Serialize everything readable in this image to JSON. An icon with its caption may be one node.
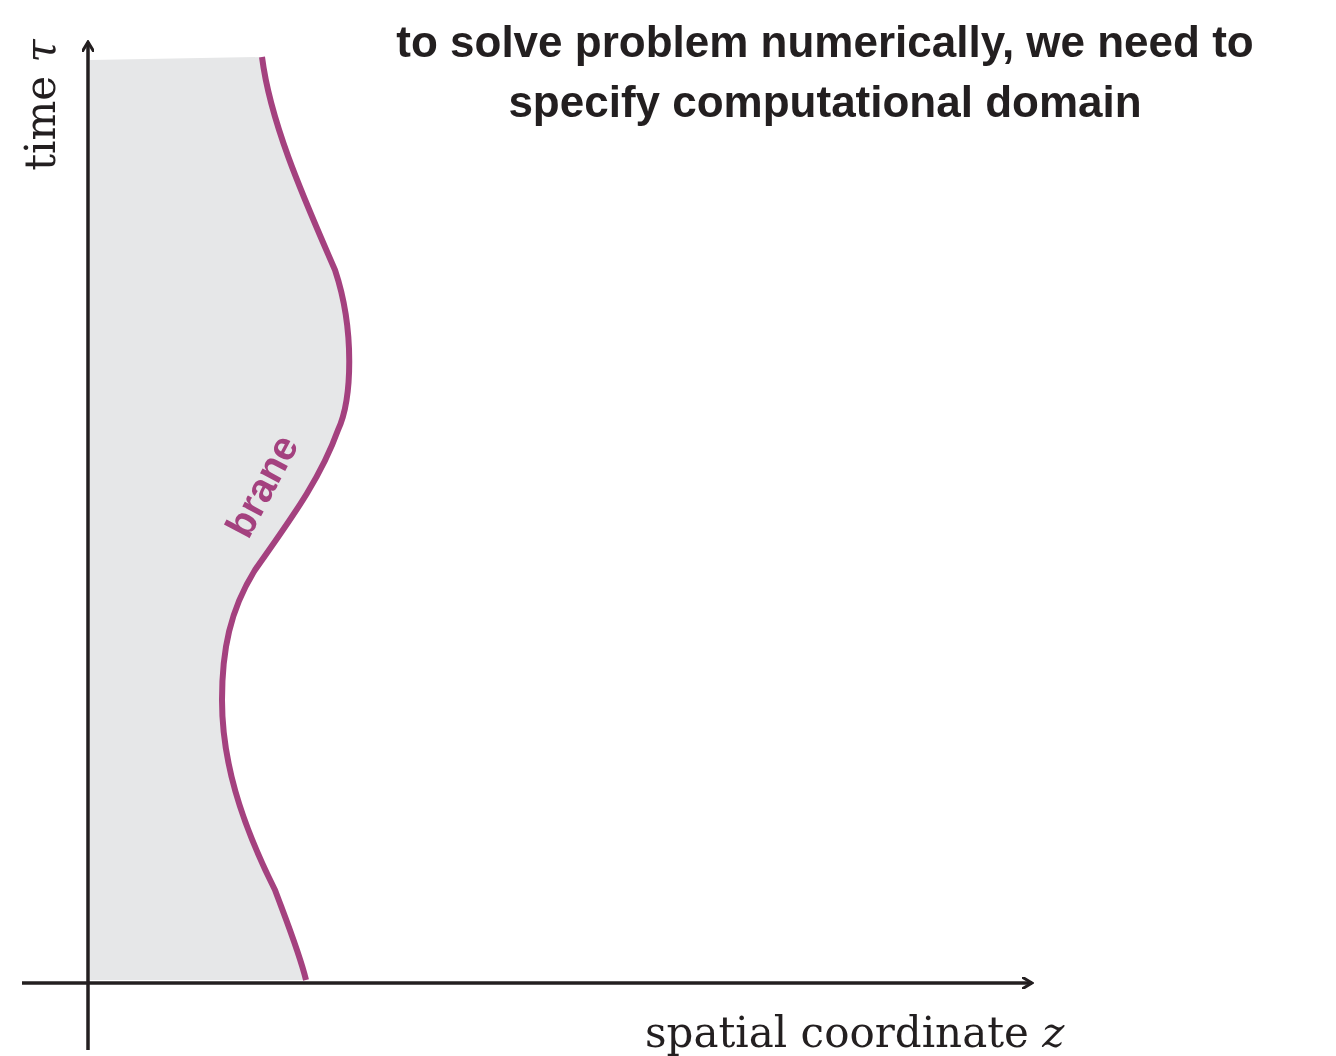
{
  "diagram": {
    "title": "to solve problem numerically, we need to specify computational domain",
    "labels": [
      "time *τ*",
      "spatial coordinate *z*",
      "brane"
    ]
  }
}
